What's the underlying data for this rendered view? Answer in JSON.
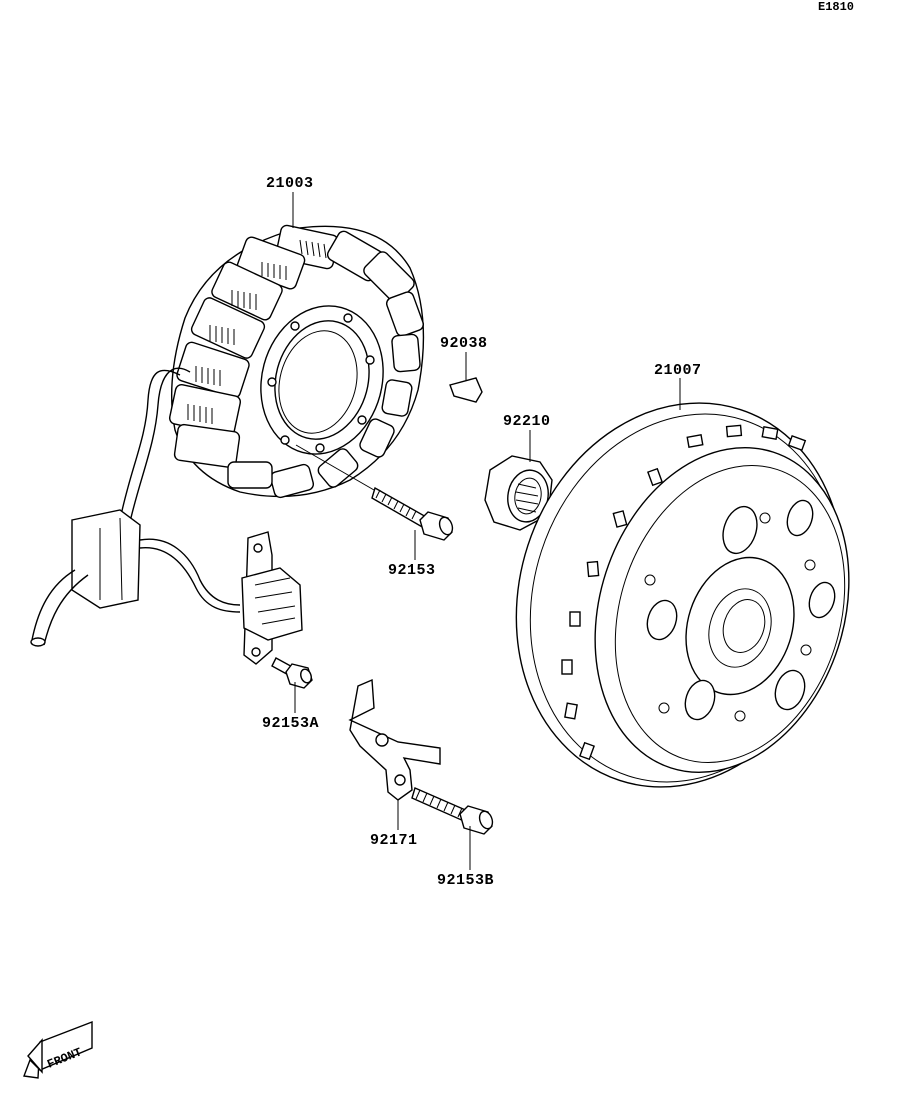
{
  "diagram_code": "E1810",
  "parts": [
    {
      "id": "stator",
      "number": "21003"
    },
    {
      "id": "woodruff-key",
      "number": "92038"
    },
    {
      "id": "rotor",
      "number": "21007"
    },
    {
      "id": "nut",
      "number": "92210"
    },
    {
      "id": "stator-bolt",
      "number": "92153"
    },
    {
      "id": "pickup-bolt",
      "number": "92153A"
    },
    {
      "id": "clamp",
      "number": "92171"
    },
    {
      "id": "clamp-bolt",
      "number": "92153B"
    }
  ],
  "direction_badge": "FRONT"
}
